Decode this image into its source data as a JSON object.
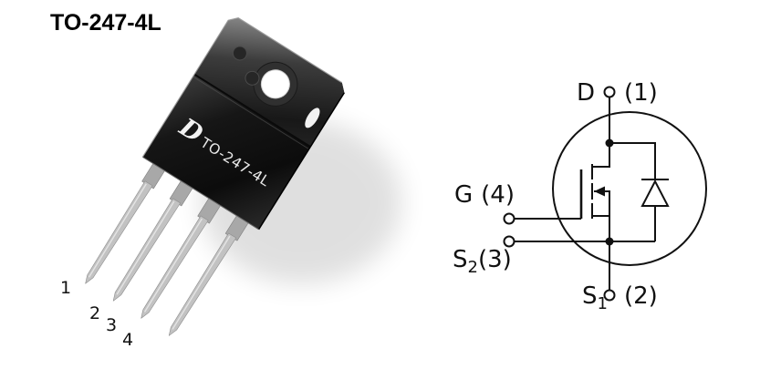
{
  "package": {
    "title": "TO-247-4L",
    "marking": "TO-247-4L",
    "logo_glyph": "D",
    "pin_numbers": [
      "1",
      "2",
      "3",
      "4"
    ]
  },
  "schematic": {
    "terminals": {
      "drain": {
        "label": "D",
        "pin": "(1)"
      },
      "gate": {
        "label": "G",
        "pin": "(4)"
      },
      "source2": {
        "label": "S",
        "sub": "2",
        "pin": "(3)"
      },
      "source1": {
        "label": "S",
        "sub": "1",
        "pin": "(2)"
      }
    }
  },
  "colors": {
    "background": "#ffffff",
    "line": "#111111",
    "package_body": "#1a1a1a",
    "lead": "#c2c2c2",
    "text": "#000000"
  }
}
